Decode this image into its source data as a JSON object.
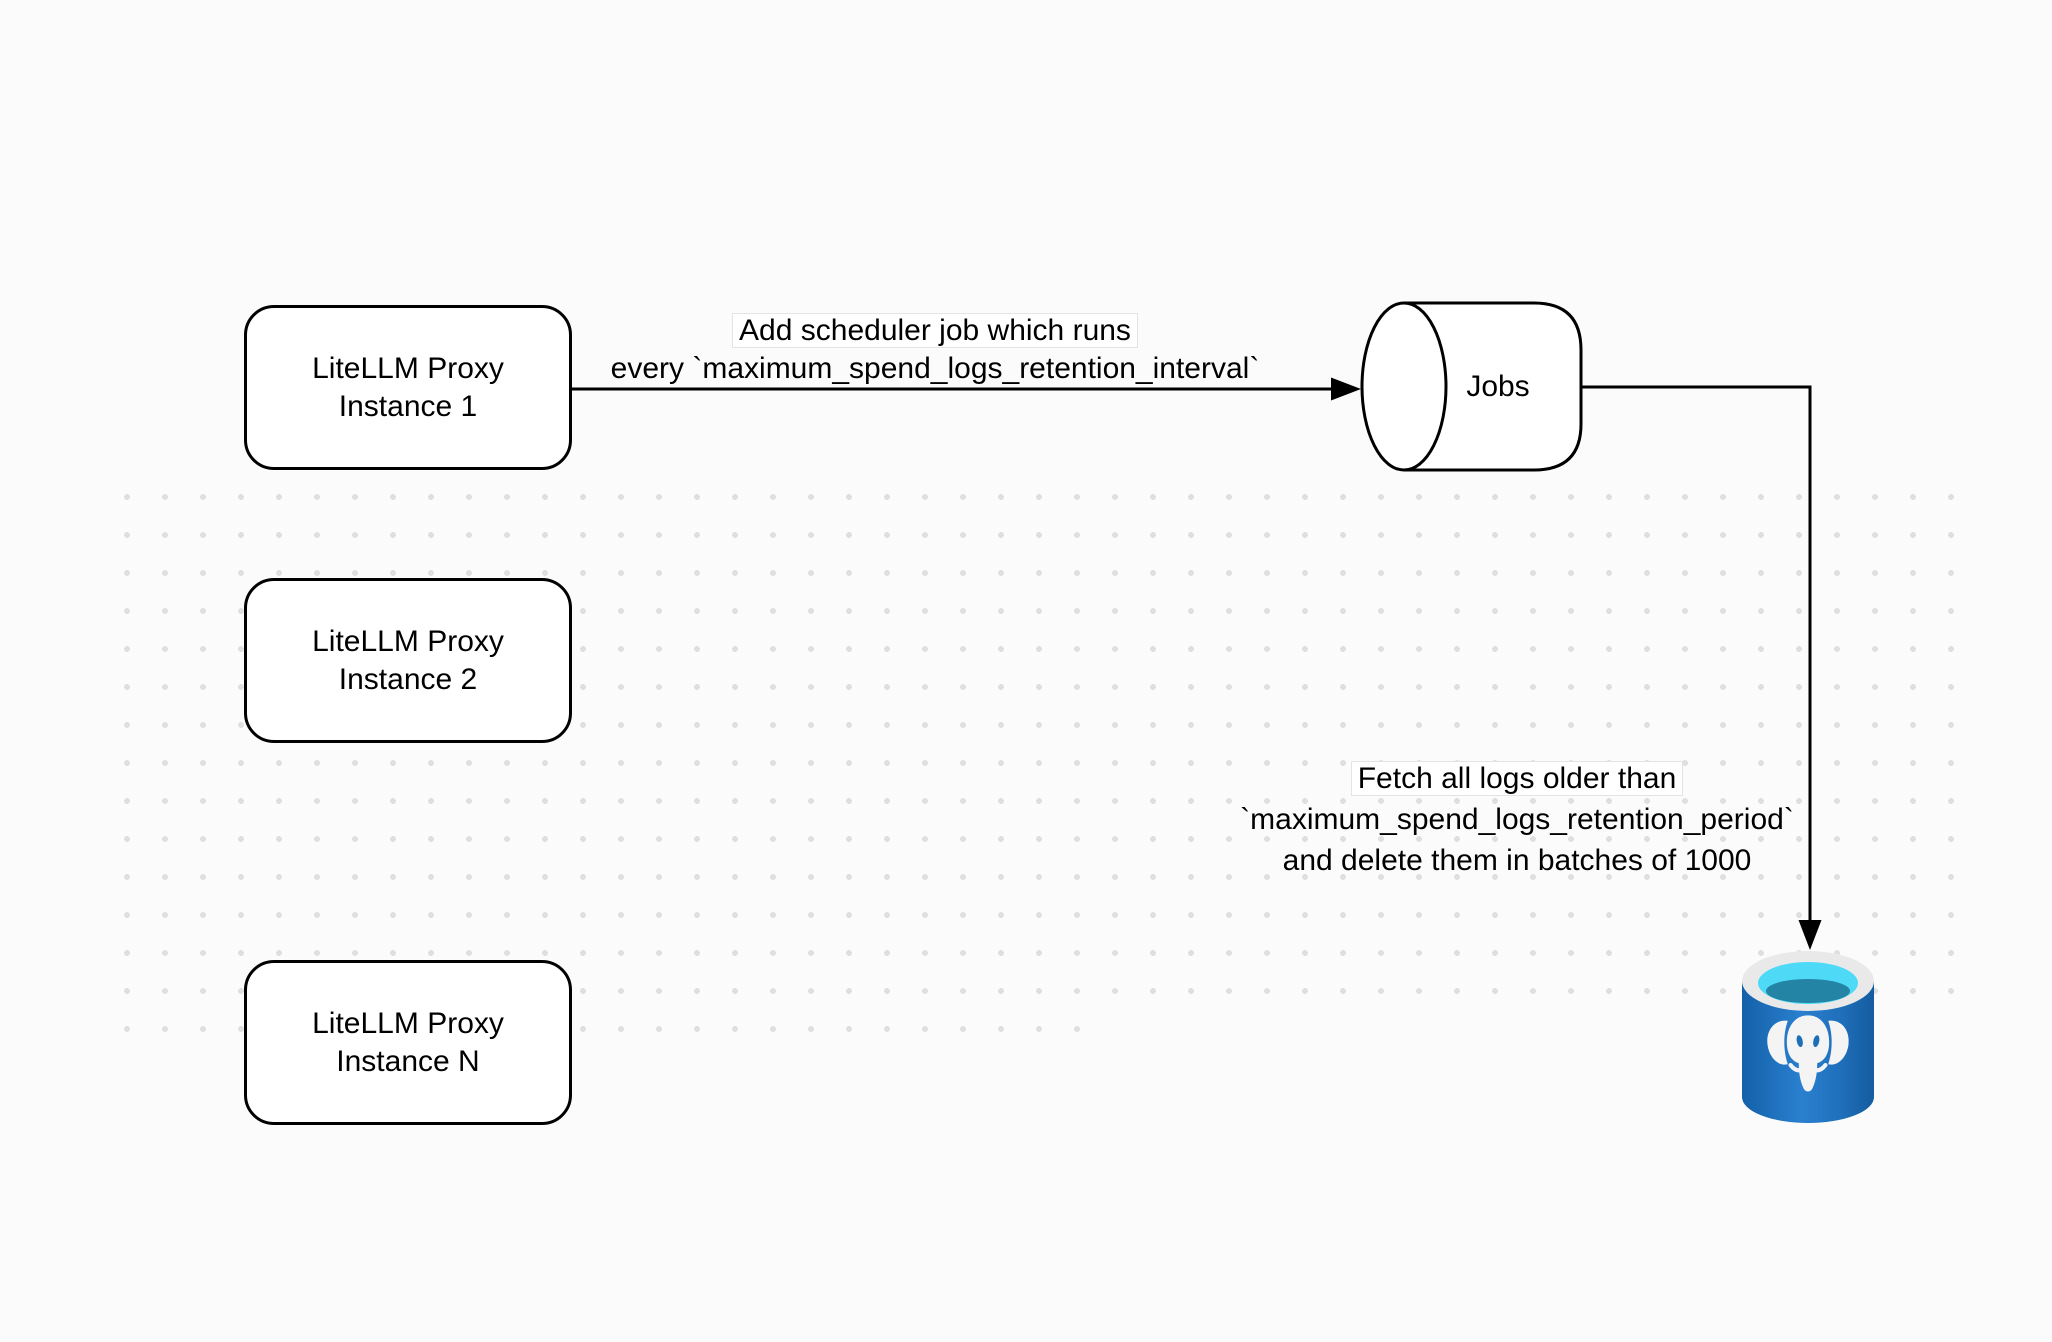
{
  "diagram": {
    "background_color": "#fbfbfb",
    "grid_dot_color": "#dfdfdf",
    "nodes": {
      "proxy_instances": [
        {
          "line1": "LiteLLM Proxy",
          "line2": "Instance 1"
        },
        {
          "line1": "LiteLLM Proxy",
          "line2": "Instance 2"
        },
        {
          "line1": "LiteLLM Proxy",
          "line2": "Instance N"
        }
      ],
      "jobs_queue": {
        "label": "Jobs"
      },
      "database": {
        "icon": "postgresql-database-icon",
        "body_color": "#1e6fb8",
        "rim_color": "#e9e9e9",
        "water_color": "#4ed9f6",
        "water_shade_color": "#2384a6",
        "elephant_color": "#f4f4f4"
      }
    },
    "edges": {
      "add_scheduler_job": {
        "line1": "Add scheduler job which runs",
        "line2": "every `maximum_spend_logs_retention_interval`"
      },
      "fetch_and_delete": {
        "line1": "Fetch all logs older than",
        "line2": "`maximum_spend_logs_retention_period`",
        "line3": "and delete them in batches of 1000"
      }
    }
  }
}
